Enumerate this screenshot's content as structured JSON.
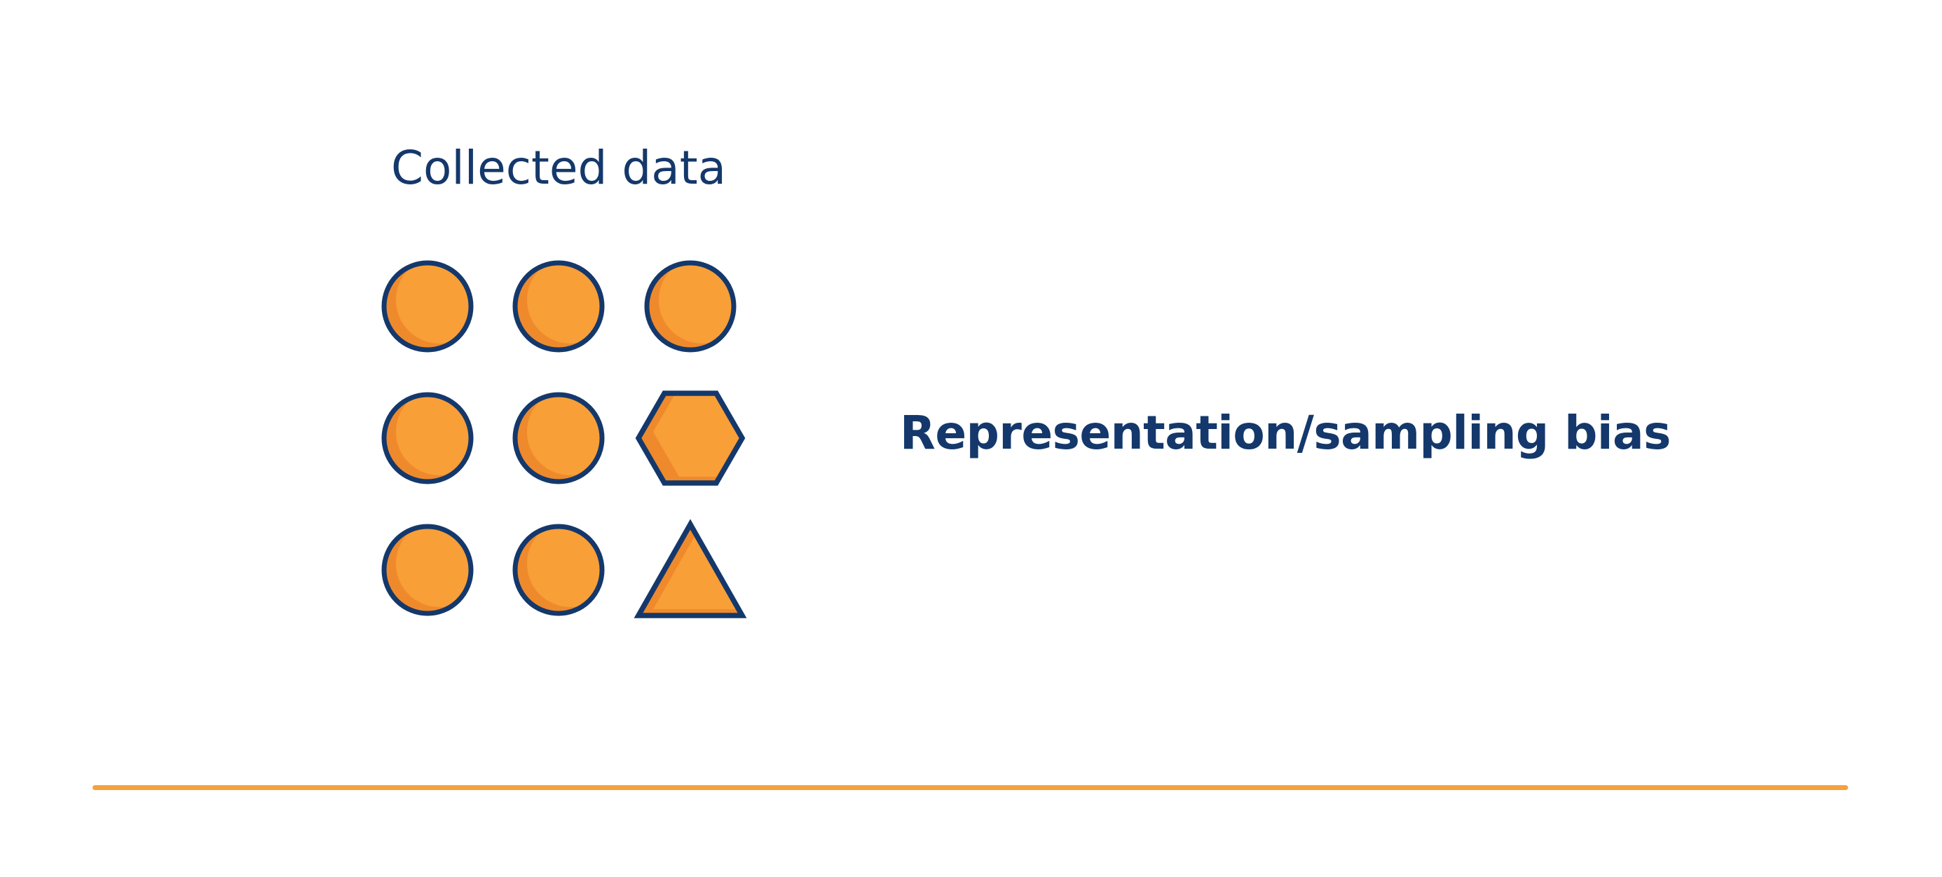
{
  "title": {
    "text": "Collected data",
    "color": "#14386B"
  },
  "label": {
    "text": "Representation/sampling bias",
    "color": "#14386B"
  },
  "shapes_grid": {
    "rows": [
      [
        "circle",
        "circle",
        "circle"
      ],
      [
        "circle",
        "circle",
        "hexagon"
      ],
      [
        "circle",
        "circle",
        "triangle"
      ]
    ],
    "fill_color": "#F89F38",
    "shade_color": "#EF8A2C",
    "stroke_color": "#14386B"
  },
  "divider": {
    "color": "#F7A13C"
  }
}
